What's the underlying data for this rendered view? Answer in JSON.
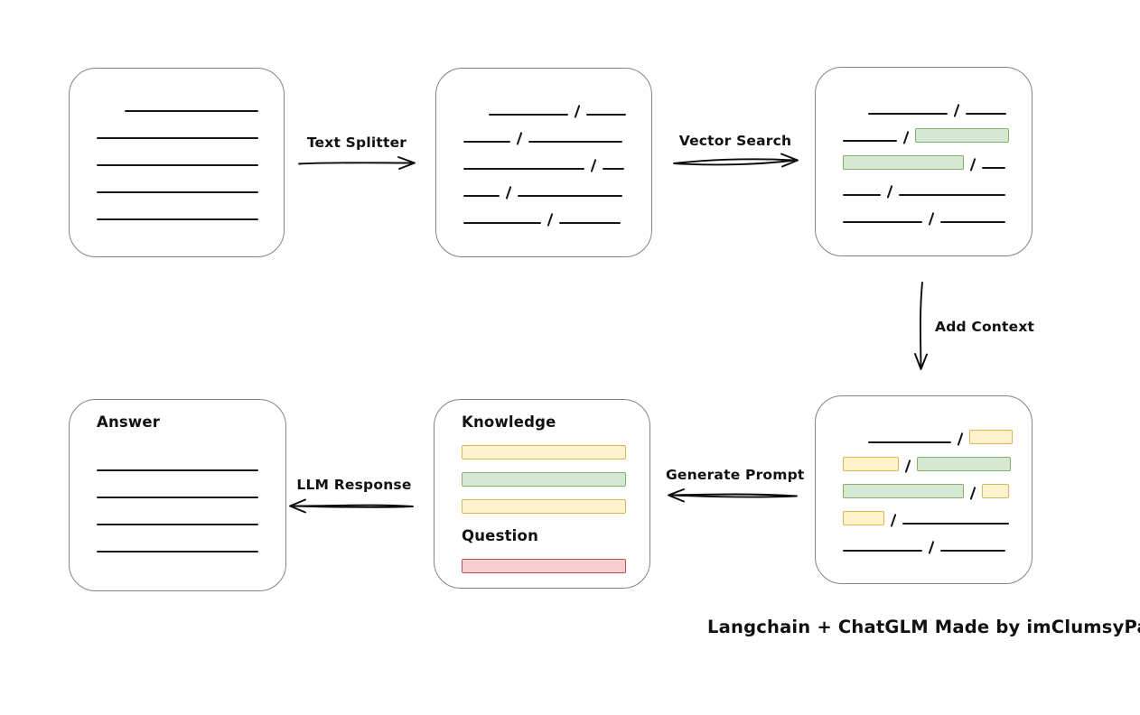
{
  "labels": {
    "text_splitter": "Text Splitter",
    "vector_search": "Vector Search",
    "add_context": "Add Context",
    "generate_prompt": "Generate Prompt",
    "llm_response": "LLM Response",
    "footer": "Langchain + ChatGLM Made by imClumsyPanda"
  },
  "colors": {
    "chunk_green_fill": "#d5e8d4",
    "chunk_green_border": "#82b366",
    "chunk_yellow_fill": "#fff2cc",
    "chunk_yellow_border": "#d6b656",
    "chunk_red_fill": "#f8cecc",
    "chunk_red_border": "#b85450",
    "box_border": "#848484",
    "ink": "#161616"
  },
  "boxes": {
    "document": {
      "rows": [
        {
          "indent": 31,
          "segs": [
            {
              "t": "line",
              "w": 148
            }
          ]
        },
        {
          "segs": [
            {
              "t": "line",
              "w": 179
            }
          ]
        },
        {
          "segs": [
            {
              "t": "line",
              "w": 179
            }
          ]
        },
        {
          "segs": [
            {
              "t": "line",
              "w": 179
            }
          ]
        },
        {
          "segs": [
            {
              "t": "line",
              "w": 179
            }
          ]
        }
      ]
    },
    "split_chunks": {
      "rows": [
        {
          "indent": 28,
          "segs": [
            {
              "t": "line",
              "w": 88
            },
            {
              "t": "slash"
            },
            {
              "t": "line",
              "w": 44
            }
          ]
        },
        {
          "segs": [
            {
              "t": "line",
              "w": 52
            },
            {
              "t": "slash"
            },
            {
              "t": "line",
              "w": 104
            }
          ]
        },
        {
          "segs": [
            {
              "t": "line",
              "w": 134
            },
            {
              "t": "slash"
            },
            {
              "t": "line",
              "w": 24
            }
          ]
        },
        {
          "segs": [
            {
              "t": "line",
              "w": 40
            },
            {
              "t": "slash"
            },
            {
              "t": "line",
              "w": 116
            }
          ]
        },
        {
          "segs": [
            {
              "t": "line",
              "w": 86
            },
            {
              "t": "slash"
            },
            {
              "t": "line",
              "w": 68
            }
          ]
        }
      ]
    },
    "matched_chunks": {
      "rows": [
        {
          "indent": 28,
          "segs": [
            {
              "t": "line",
              "w": 88
            },
            {
              "t": "slash"
            },
            {
              "t": "line",
              "w": 45
            }
          ]
        },
        {
          "segs": [
            {
              "t": "line",
              "w": 60
            },
            {
              "t": "slash"
            },
            {
              "t": "green",
              "w": 104
            }
          ]
        },
        {
          "segs": [
            {
              "t": "green",
              "w": 134
            },
            {
              "t": "slash"
            },
            {
              "t": "line",
              "w": 26
            }
          ]
        },
        {
          "segs": [
            {
              "t": "line",
              "w": 42
            },
            {
              "t": "slash"
            },
            {
              "t": "line",
              "w": 118
            }
          ]
        },
        {
          "segs": [
            {
              "t": "line",
              "w": 88
            },
            {
              "t": "slash"
            },
            {
              "t": "line",
              "w": 72
            }
          ]
        }
      ]
    },
    "context_chunks": {
      "rows": [
        {
          "indent": 28,
          "segs": [
            {
              "t": "line",
              "w": 92
            },
            {
              "t": "slash"
            },
            {
              "t": "yellow",
              "w": 48
            }
          ]
        },
        {
          "segs": [
            {
              "t": "yellow",
              "w": 62
            },
            {
              "t": "slash"
            },
            {
              "t": "green",
              "w": 104
            }
          ]
        },
        {
          "segs": [
            {
              "t": "green",
              "w": 134
            },
            {
              "t": "slash"
            },
            {
              "t": "yellow",
              "w": 30
            }
          ]
        },
        {
          "segs": [
            {
              "t": "yellow",
              "w": 46
            },
            {
              "t": "slash"
            },
            {
              "t": "line",
              "w": 118
            }
          ]
        },
        {
          "segs": [
            {
              "t": "line",
              "w": 88
            },
            {
              "t": "slash"
            },
            {
              "t": "line",
              "w": 72
            }
          ]
        }
      ]
    },
    "prompt": {
      "knowledge_label": "Knowledge",
      "question_label": "Question",
      "knowledge_rows": [
        {
          "segs": [
            {
              "t": "yellow",
              "w": 182
            }
          ]
        },
        {
          "segs": [
            {
              "t": "green",
              "w": 182
            }
          ]
        },
        {
          "segs": [
            {
              "t": "yellow",
              "w": 182
            }
          ]
        }
      ],
      "question_rows": [
        {
          "segs": [
            {
              "t": "red",
              "w": 182
            }
          ]
        }
      ]
    },
    "answer": {
      "label": "Answer",
      "rows": [
        {
          "segs": [
            {
              "t": "line",
              "w": 179
            }
          ]
        },
        {
          "segs": [
            {
              "t": "line",
              "w": 179
            }
          ]
        },
        {
          "segs": [
            {
              "t": "line",
              "w": 179
            }
          ]
        },
        {
          "segs": [
            {
              "t": "line",
              "w": 179
            }
          ]
        }
      ]
    }
  }
}
